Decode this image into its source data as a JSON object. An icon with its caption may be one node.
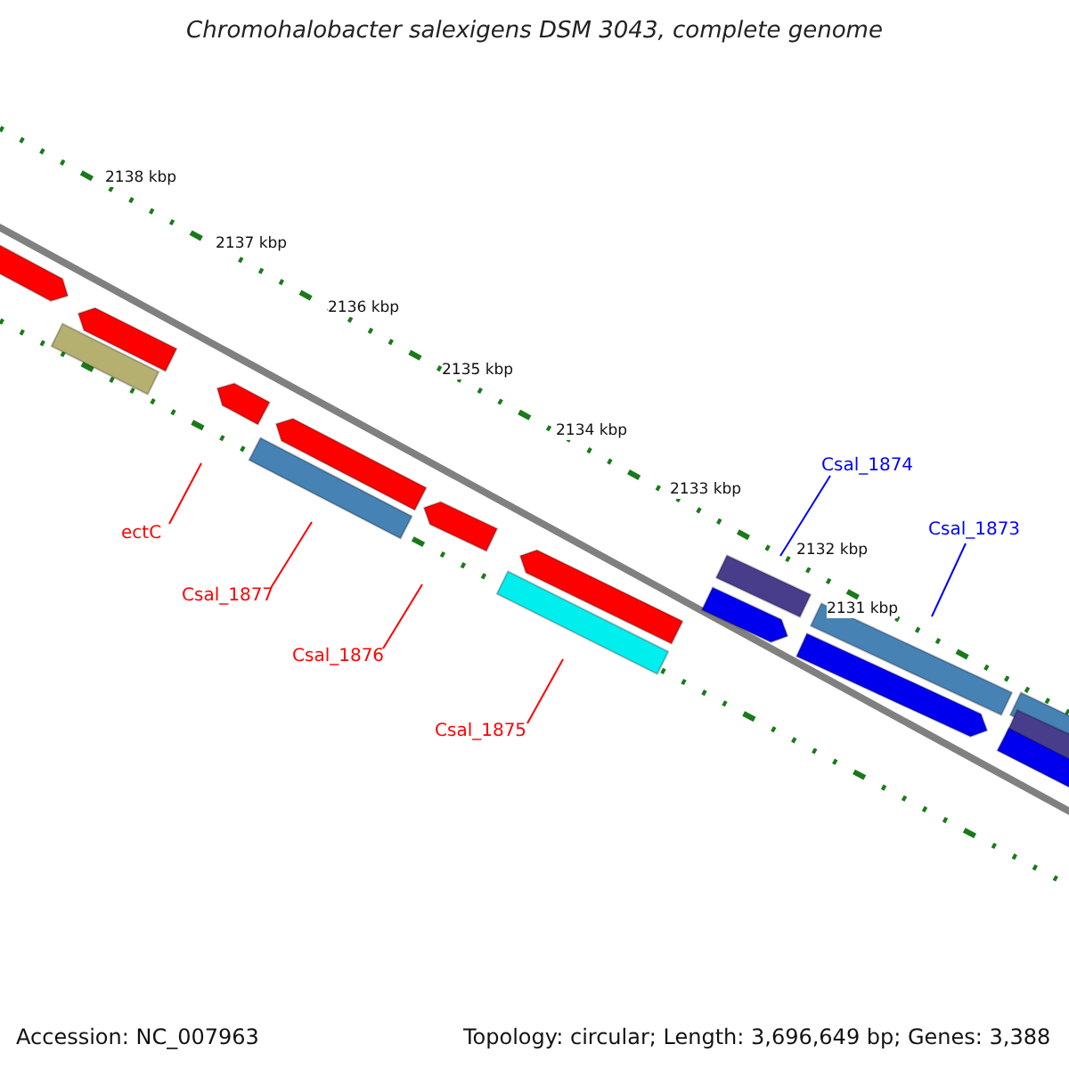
{
  "diagram": {
    "title": "Chromohalobacter salexigens DSM 3043, complete genome",
    "nodes": [
      {
        "text": [
          "Csal_1874"
        ]
      },
      {
        "text": [
          "Csal_1873"
        ]
      },
      {
        "text": [
          "ectC"
        ]
      },
      {
        "text": [
          "Csal_1877"
        ]
      },
      {
        "text": [
          "Csal_1876"
        ]
      },
      {
        "text": [
          "Csal_1875"
        ]
      }
    ],
    "edges": [
      {
        "from": 0,
        "to": null,
        "arrow": "none",
        "color": "#0000ff"
      },
      {
        "from": 1,
        "to": null,
        "arrow": "none",
        "color": "#0000ff"
      },
      {
        "from": 2,
        "to": null,
        "arrow": "none"
      },
      {
        "from": 3,
        "to": null,
        "arrow": "none"
      },
      {
        "from": 4,
        "to": null,
        "arrow": "none"
      },
      {
        "from": 5,
        "to": null,
        "arrow": "none"
      }
    ],
    "labels": [
      "2138 kbp",
      "2137 kbp",
      "2136 kbp",
      "2135 kbp",
      "2134 kbp",
      "2133 kbp",
      "2132 kbp",
      "2131 kbp",
      "Accession: NC_007963",
      "Topology: circular; Length: 3,696,649 bp; Genes: 3,388"
    ]
  }
}
